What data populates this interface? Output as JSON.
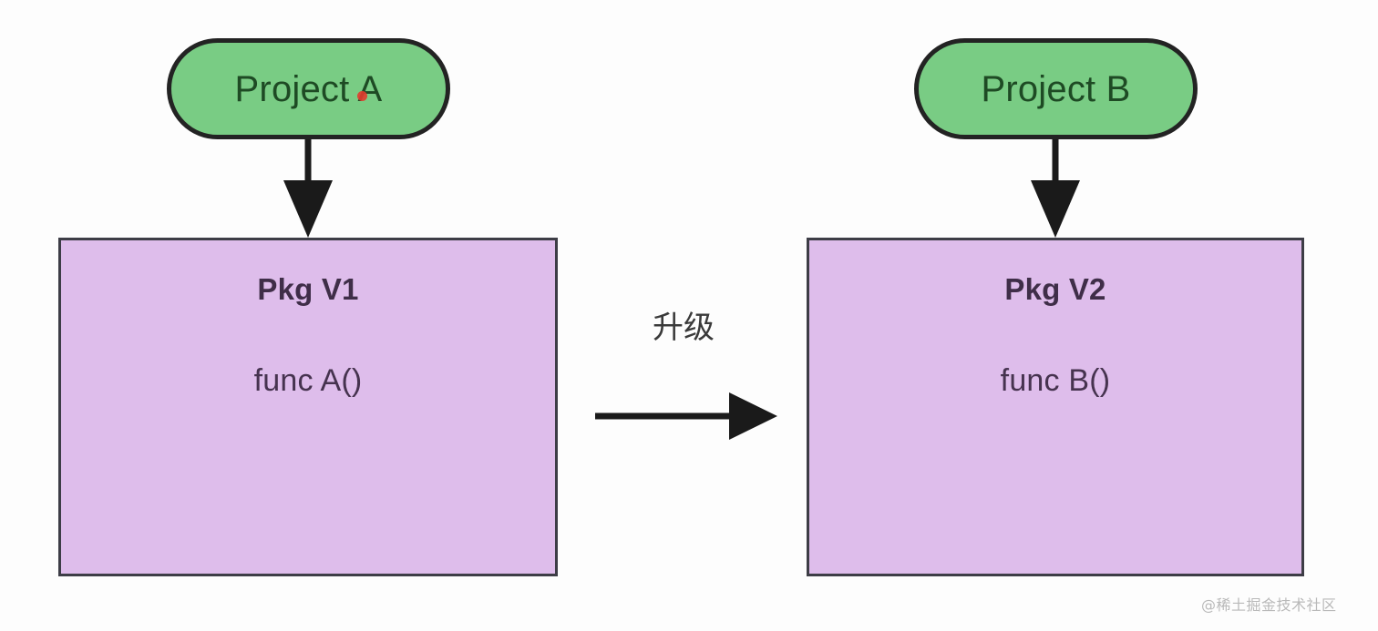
{
  "diagram": {
    "title": "Package upgrade dependency diagram",
    "background_color": "#fdfdfd",
    "nodes": {
      "project_a": {
        "label": "Project A",
        "shape": "rounded-pill",
        "fill": "#79cc84",
        "stroke": "#232323",
        "text_color": "#1e4a24"
      },
      "project_b": {
        "label": "Project B",
        "shape": "rounded-pill",
        "fill": "#79cc84",
        "stroke": "#232323",
        "text_color": "#1e4a24"
      },
      "pkg_v1": {
        "title": "Pkg V1",
        "func": "func A()",
        "shape": "rectangle",
        "fill": "#debdeb",
        "stroke": "#3d3d46",
        "text_color": "#3f2e48"
      },
      "pkg_v2": {
        "title": "Pkg V2",
        "func": "func B()",
        "shape": "rectangle",
        "fill": "#debdeb",
        "stroke": "#3d3d46",
        "text_color": "#3f2e48"
      }
    },
    "edges": [
      {
        "id": "project-a-to-pkg-v1",
        "from": "project_a",
        "to": "pkg_v1",
        "direction": "down",
        "label": "",
        "color": "#1a1a1a"
      },
      {
        "id": "project-b-to-pkg-v2",
        "from": "project_b",
        "to": "pkg_v2",
        "direction": "down",
        "label": "",
        "color": "#1a1a1a"
      },
      {
        "id": "pkg-v1-to-pkg-v2",
        "from": "pkg_v1",
        "to": "pkg_v2",
        "direction": "right",
        "label": "升级",
        "color": "#1a1a1a"
      }
    ],
    "annotations": {
      "cursor_dot_color": "#e23b2e"
    },
    "watermark": "@稀土掘金技术社区"
  }
}
